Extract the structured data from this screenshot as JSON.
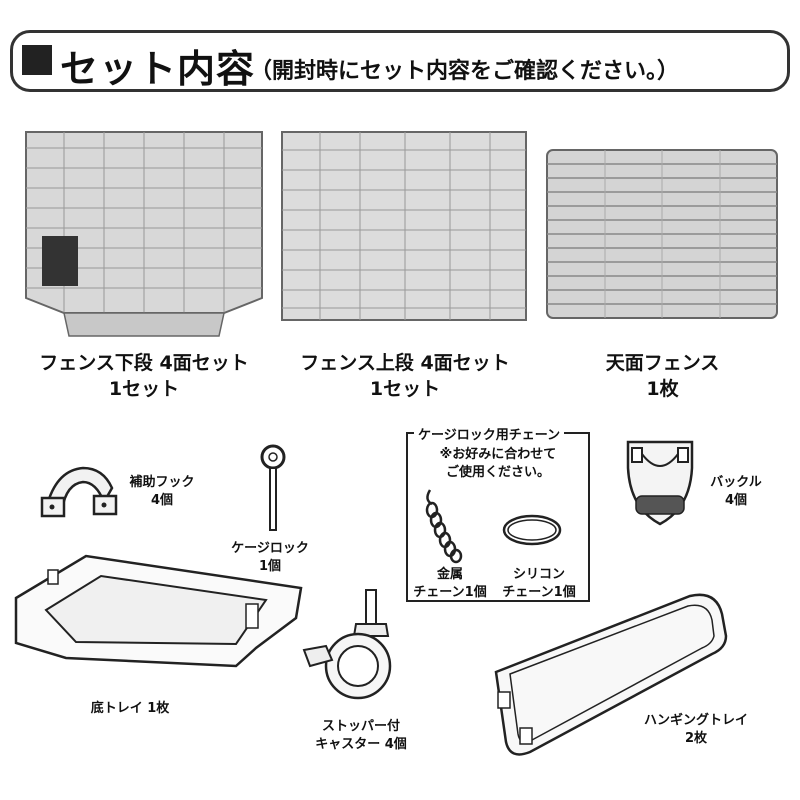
{
  "header": {
    "title": "セット内容",
    "subtitle": "（開封時にセット内容をご確認ください。）"
  },
  "items": {
    "fence_lower": {
      "name": "フェンス下段 4面セット",
      "qty": "1セット"
    },
    "fence_upper": {
      "name": "フェンス上段 4面セット",
      "qty": "1セット"
    },
    "fence_top": {
      "name": "天面フェンス",
      "qty": "1枚"
    },
    "hook": {
      "name": "補助フック",
      "qty": "4個"
    },
    "cage_lock": {
      "name": "ケージロック",
      "qty": "1個"
    },
    "chain_box": {
      "title": "ケージロック用チェーン",
      "note_line1": "※お好みに合わせて",
      "note_line2": "ご使用ください。",
      "metal_line1": "金属",
      "metal_line2": "チェーン1個",
      "silicone_line1": "シリコン",
      "silicone_line2": "チェーン1個"
    },
    "buckle": {
      "name": "バックル",
      "qty": "4個"
    },
    "bottom_tray": {
      "name": "底トレイ 1枚"
    },
    "caster": {
      "name": "ストッパー付",
      "qty": "キャスター 4個"
    },
    "hanging_tray": {
      "name": "ハンギングトレイ",
      "qty": "2枚"
    }
  }
}
